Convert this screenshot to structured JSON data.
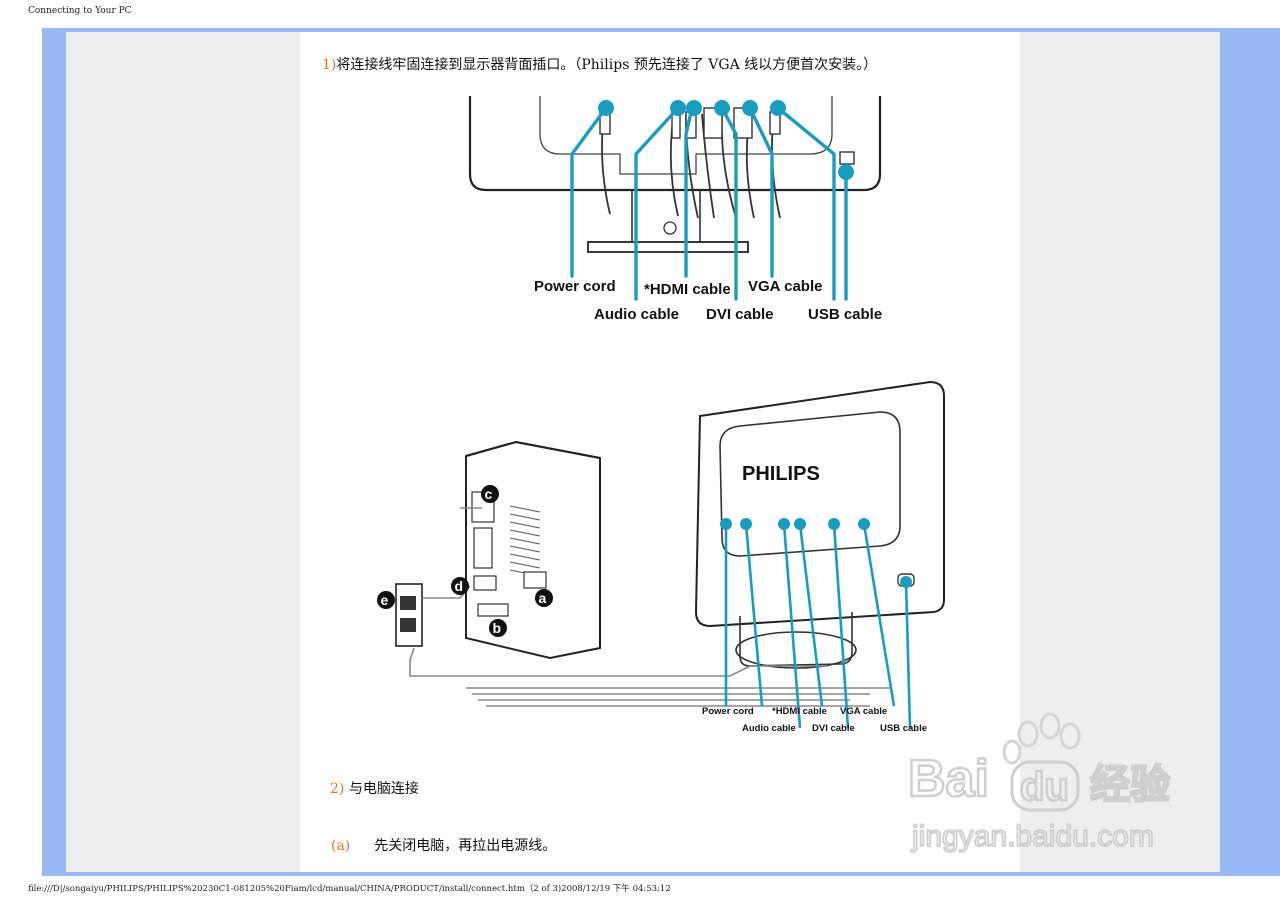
{
  "header": {
    "title": "Connecting to Your PC"
  },
  "footer": {
    "path": "file:///D|/songaiyu/PHILIPS/PHILIPS%20230C1-081205%20Fiam/lcd/manual/CHINA/PRODUCT/install/connect.htm（2 of 3)2008/12/19 下午 04:53:12"
  },
  "step1": {
    "number": "1)",
    "text": "将连接线牢固连接到显示器背面插口。（Philips 预先连接了 VGA 线以方便首次安装。）"
  },
  "diagram1": {
    "labels": {
      "power": "Power cord",
      "audio": "Audio cable",
      "hdmi": "*HDMI cable",
      "dvi": "DVI cable",
      "vga": "VGA cable",
      "usb": "USB cable"
    }
  },
  "diagram2": {
    "brand": "PHILIPS",
    "markers": {
      "a": "a",
      "b": "b",
      "c": "c",
      "d": "d",
      "e": "e"
    },
    "labels": {
      "power": "Power cord",
      "audio": "Audio cable",
      "hdmi": "*HDMI cable",
      "dvi": "DVI cable",
      "vga": "VGA cable",
      "usb": "USB cable"
    }
  },
  "step2": {
    "number": "2)",
    "text": "与电脑连接"
  },
  "stepa": {
    "number": "(a)",
    "text": "先关闭电脑，再拉出电源线。"
  },
  "watermark": {
    "brand_latin": "Bai",
    "brand_du": "du",
    "brand_cn": "经验",
    "url": "jingyan.baidu.com"
  },
  "colors": {
    "accent": "#1a9cc0",
    "frame": "#98b9f3",
    "number": "#e8731f"
  }
}
